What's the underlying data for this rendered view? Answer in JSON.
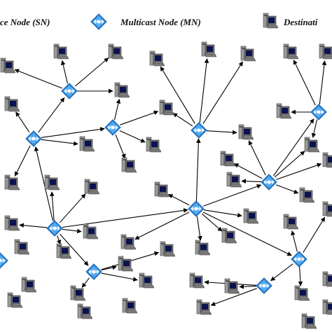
{
  "legend": {
    "source_label": "ce Node (SN)",
    "multicast_label": "Multicast Node (MN)",
    "destination_label": "Destinati",
    "source_icon": "source-node-icon",
    "multicast_icon": "multicast-node-icon",
    "destination_icon": "destination-node-icon"
  },
  "colors": {
    "multicast_fill": "#2f8fe0",
    "multicast_stroke": "#1a5ea8",
    "computer_body": "#6f6f6f",
    "computer_screen": "#0a1250",
    "edge": "#000000"
  },
  "diagram": {
    "multicast_node_count": 12,
    "destination_node_count": 56
  }
}
